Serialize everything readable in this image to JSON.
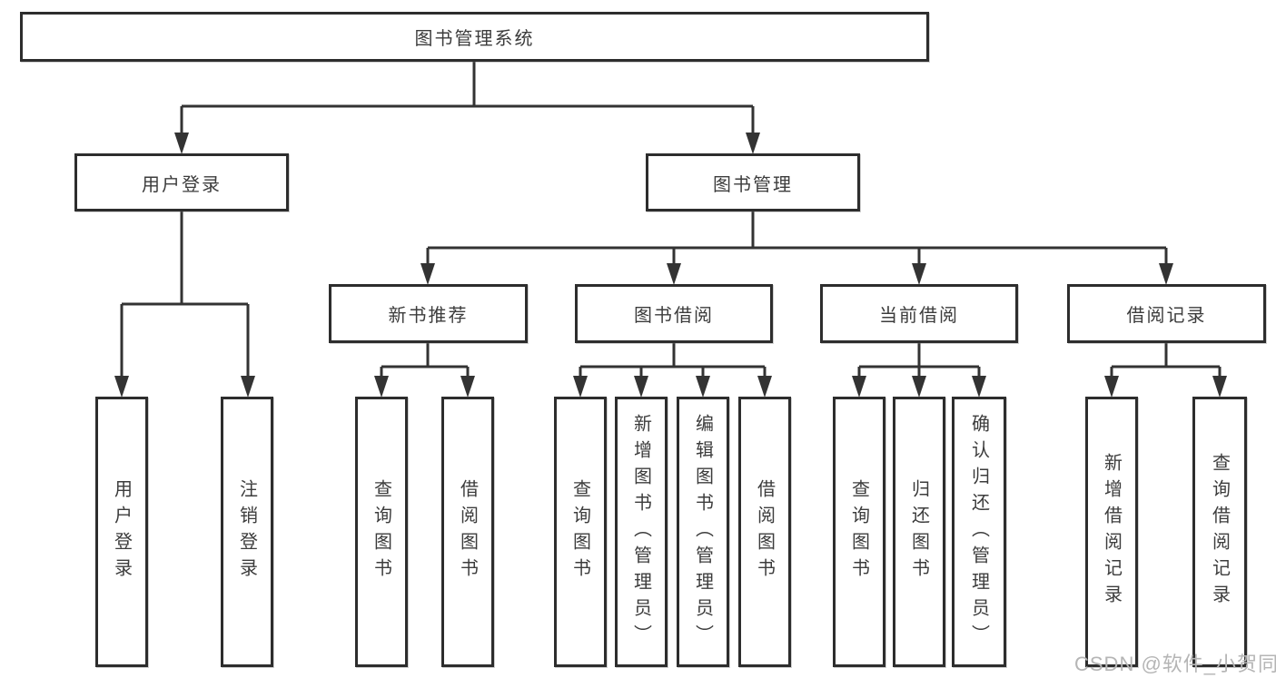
{
  "nodes": {
    "root": {
      "label": "图书管理系统"
    },
    "level2": [
      {
        "label": "用户登录"
      },
      {
        "label": "图书管理"
      }
    ],
    "level3": [
      {
        "label": "新书推荐",
        "parent": "图书管理"
      },
      {
        "label": "图书借阅",
        "parent": "图书管理"
      },
      {
        "label": "当前借阅",
        "parent": "图书管理"
      },
      {
        "label": "借阅记录",
        "parent": "图书管理"
      }
    ],
    "leaves": [
      {
        "label": "用户登录",
        "parent": "用户登录"
      },
      {
        "label": "注销登录",
        "parent": "用户登录"
      },
      {
        "label": "查询图书",
        "parent": "新书推荐"
      },
      {
        "label": "借阅图书",
        "parent": "新书推荐"
      },
      {
        "label": "查询图书",
        "parent": "图书借阅"
      },
      {
        "label": "新增图书（管理员）",
        "parent": "图书借阅"
      },
      {
        "label": "编辑图书（管理员）",
        "parent": "图书借阅"
      },
      {
        "label": "借阅图书",
        "parent": "图书借阅"
      },
      {
        "label": "查询图书",
        "parent": "当前借阅"
      },
      {
        "label": "归还图书",
        "parent": "当前借阅"
      },
      {
        "label": "确认归还（管理员）",
        "parent": "当前借阅"
      },
      {
        "label": "新增借阅记录",
        "parent": "借阅记录"
      },
      {
        "label": "查询借阅记录",
        "parent": "借阅记录"
      }
    ]
  },
  "watermark": {
    "text": "CSDN @软件_小贺同学"
  },
  "colors": {
    "line": "#333333",
    "box_border": "#2d2d2d",
    "text": "#3c3c3c",
    "watermark": "#b5b5b5",
    "background": "#ffffff"
  }
}
